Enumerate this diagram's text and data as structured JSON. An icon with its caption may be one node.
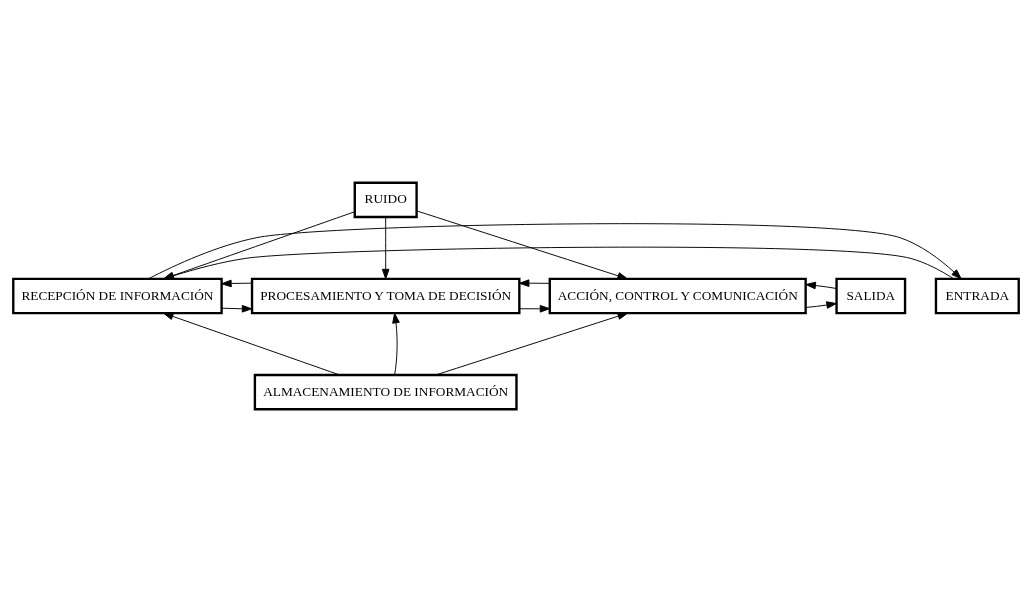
{
  "diagram": {
    "nodes": [
      {
        "text": [
          "RUIDO"
        ]
      },
      {
        "text": [
          "ENTRADA"
        ]
      },
      {
        "text": [
          "RECEPCIÓN DE INFORMACIÓN"
        ]
      },
      {
        "text": [
          "PROCESAMIENTO Y TOMA DE DECISIÓN"
        ]
      },
      {
        "text": [
          "ACCIÓN, CONTROL Y COMUNICACIÓN"
        ]
      },
      {
        "text": [
          "SALIDA"
        ]
      },
      {
        "text": [
          "ALMACENAMIENTO DE INFORMACIÓN"
        ]
      }
    ],
    "edges": [
      {
        "from": 0,
        "to": 2,
        "arrow": "to"
      },
      {
        "from": 0,
        "to": 3,
        "arrow": "to"
      },
      {
        "from": 0,
        "to": 4,
        "arrow": "to"
      },
      {
        "from": 1,
        "to": 2,
        "arrow": "to"
      },
      {
        "from": 2,
        "to": 1,
        "arrow": "to"
      },
      {
        "from": 2,
        "to": 3,
        "arrow": "to"
      },
      {
        "from": 3,
        "to": 2,
        "arrow": "to"
      },
      {
        "from": 3,
        "to": 4,
        "arrow": "to"
      },
      {
        "from": 4,
        "to": 3,
        "arrow": "to"
      },
      {
        "from": 4,
        "to": 5,
        "arrow": "to"
      },
      {
        "from": 5,
        "to": 4,
        "arrow": "to"
      },
      {
        "from": 6,
        "to": 2,
        "arrow": "to"
      },
      {
        "from": 6,
        "to": 3,
        "arrow": "to"
      },
      {
        "from": 6,
        "to": 4,
        "arrow": "to"
      }
    ]
  }
}
